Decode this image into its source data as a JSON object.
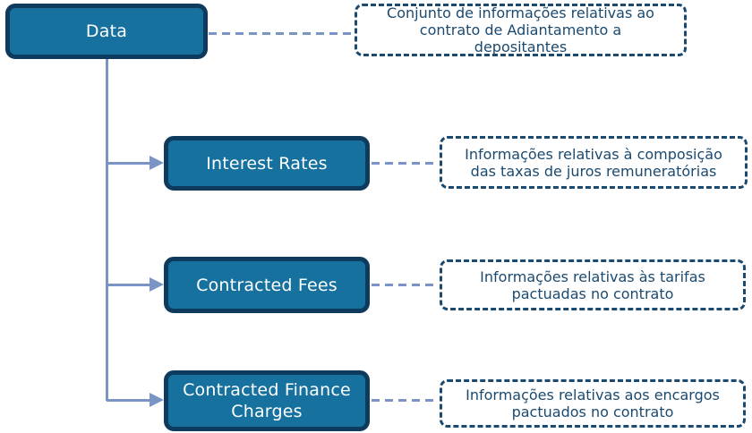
{
  "diagram": {
    "title": "Data hierarchy diagram",
    "colors": {
      "node_fill": "#16719f",
      "node_border": "#0d3a5d",
      "node_text": "#ffffff",
      "note_border": "#1b4a70",
      "note_text": "#1b4a70",
      "connector": "#7b94c6",
      "background": "#ffffff"
    },
    "root": {
      "label": "Data",
      "note_lines": [
        "Conjunto de informações relativas ao",
        "contrato de Adiantamento a",
        "depositantes"
      ]
    },
    "children": [
      {
        "label": "Interest Rates",
        "note_lines": [
          "Informações relativas à composição",
          "das taxas de juros remuneratórias"
        ]
      },
      {
        "label": "Contracted Fees",
        "note_lines": [
          "Informações relativas às tarifas",
          "pactuadas no contrato"
        ]
      },
      {
        "label": "Contracted Finance Charges",
        "note_lines": [
          "Informações relativas aos encargos",
          "pactuados no contrato"
        ]
      }
    ]
  }
}
